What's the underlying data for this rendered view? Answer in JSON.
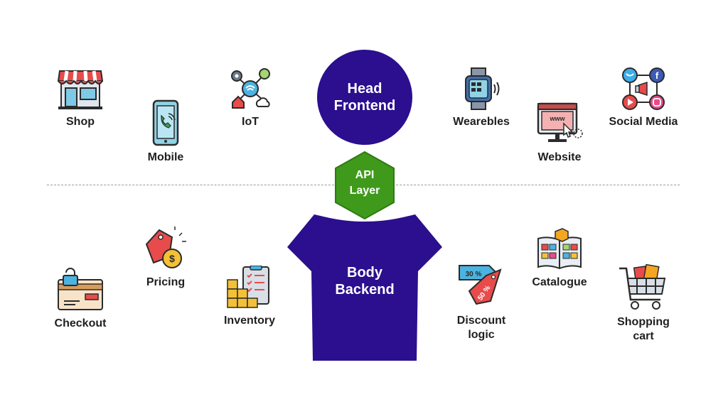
{
  "head": {
    "line1": "Head",
    "line2": "Frontend"
  },
  "api": {
    "line1": "API",
    "line2": "Layer"
  },
  "body": {
    "line1": "Body",
    "line2": "Backend"
  },
  "frontend_items": {
    "shop": "Shop",
    "mobile": "Mobile",
    "iot": "IoT",
    "wearables": "Wearebles",
    "website": "Website",
    "social": "Social Media"
  },
  "backend_items": {
    "checkout": "Checkout",
    "pricing": "Pricing",
    "inventory": "Inventory",
    "discount": "Discount\nlogic",
    "catalogue": "Catalogue",
    "cart": "Shopping\ncart"
  },
  "icon_text": {
    "website_www": "www",
    "discount_30": "30 %",
    "discount_50": "50 %",
    "price_symbol": "$"
  },
  "colors": {
    "primary": "#2b0f8e",
    "api_green": "#3f9a1c",
    "divider": "#9a9a9a"
  }
}
